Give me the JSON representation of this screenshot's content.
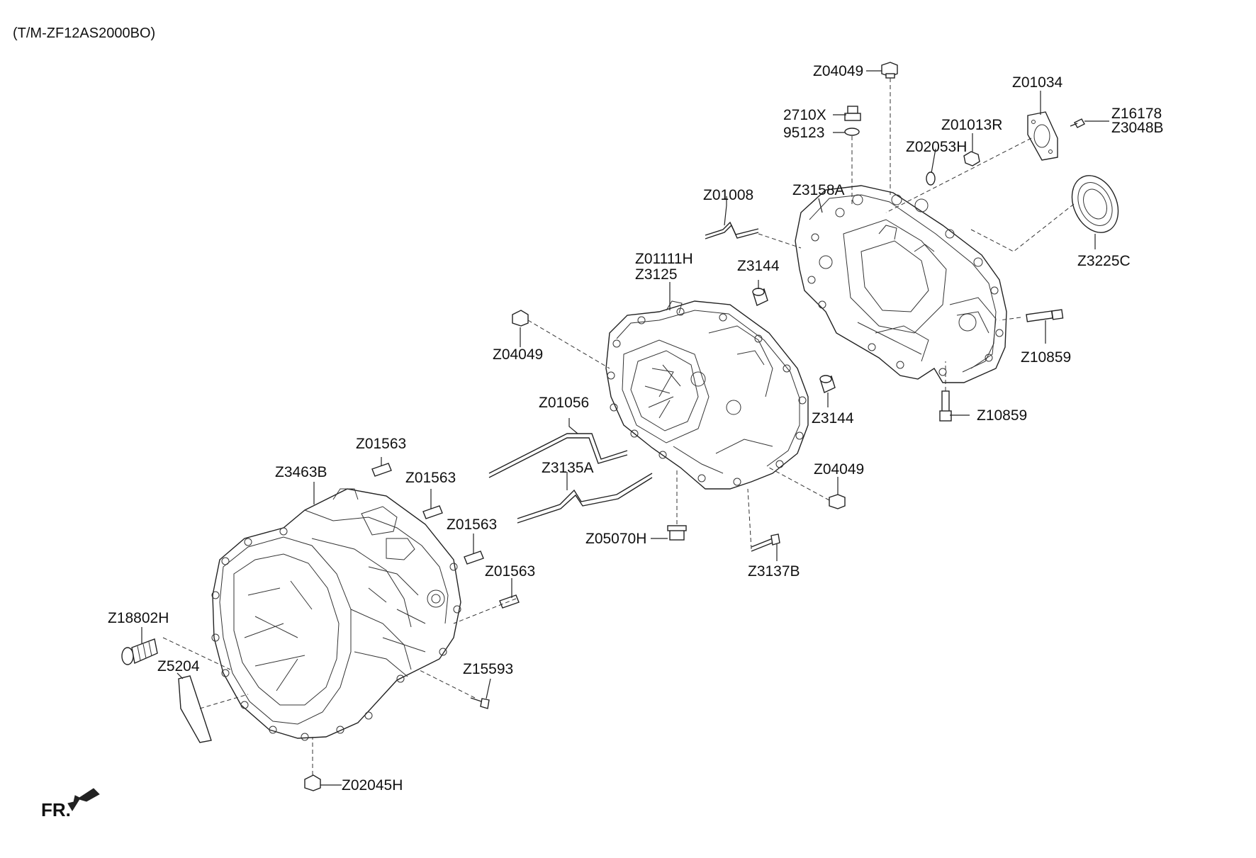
{
  "header": {
    "model_code": "(T/M-ZF12AS2000BO)"
  },
  "orientation": {
    "label": "FR."
  },
  "icons": {
    "front_arrow": "arrow-left-down-icon"
  },
  "parts": {
    "z04049_top": "Z04049",
    "z01034": "Z01034",
    "z16178": "Z16178",
    "z3048b": "Z3048B",
    "p2710x": "2710X",
    "p95123": "95123",
    "z01013r": "Z01013R",
    "z02053h": "Z02053H",
    "z01008": "Z01008",
    "z3158a": "Z3158A",
    "z3225c": "Z3225C",
    "z01111h": "Z01111H",
    "z3125": "Z3125",
    "z3144_top": "Z3144",
    "z04049_left": "Z04049",
    "z10859_right": "Z10859",
    "z10859_bottom": "Z10859",
    "z01056": "Z01056",
    "z3144_mid": "Z3144",
    "z01563_1": "Z01563",
    "z3463b": "Z3463B",
    "z01563_2": "Z01563",
    "z3135a": "Z3135A",
    "z04049_mid": "Z04049",
    "z01563_3": "Z01563",
    "z05070h": "Z05070H",
    "z3137b": "Z3137B",
    "z01563_4": "Z01563",
    "z18802h": "Z18802H",
    "z5204": "Z5204",
    "z15593": "Z15593",
    "z02045h": "Z02045H"
  }
}
